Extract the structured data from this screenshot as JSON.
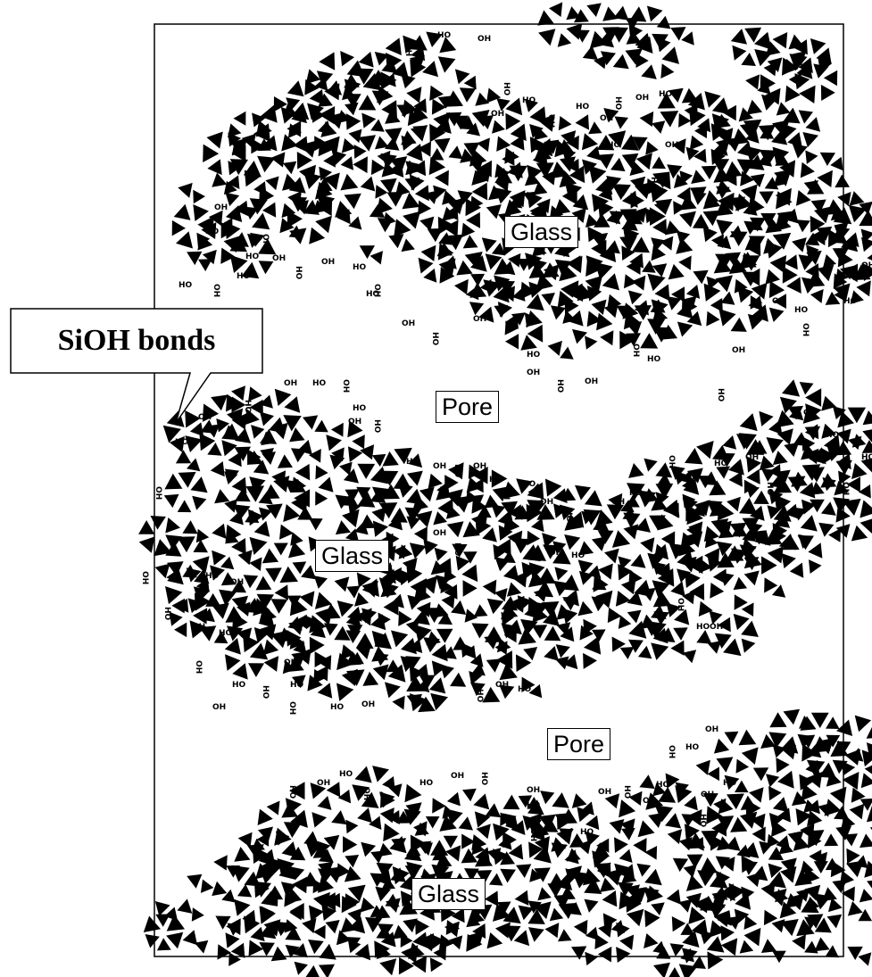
{
  "callout": {
    "text": "SiOH bonds"
  },
  "labels": {
    "glass_top": "Glass",
    "pore_top": "Pore",
    "glass_middle": "Glass",
    "pore_bottom": "Pore",
    "glass_bottom": "Glass"
  },
  "silanol_labels": [
    "OH",
    "HO",
    "H",
    "O"
  ],
  "colors": {
    "structure": "#000000",
    "background": "#ffffff"
  }
}
